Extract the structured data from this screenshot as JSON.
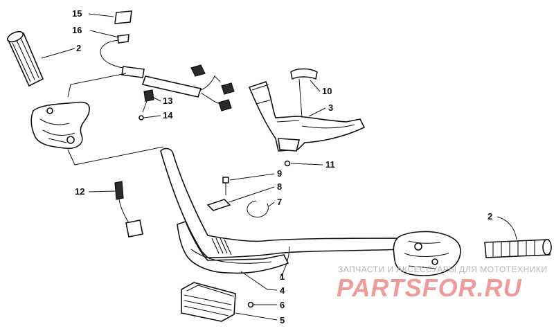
{
  "diagram": {
    "callouts": [
      {
        "id": "c15",
        "label": "15"
      },
      {
        "id": "c16",
        "label": "16"
      },
      {
        "id": "c2a",
        "label": "2"
      },
      {
        "id": "c13",
        "label": "13"
      },
      {
        "id": "c14",
        "label": "14"
      },
      {
        "id": "c10",
        "label": "10"
      },
      {
        "id": "c3",
        "label": "3"
      },
      {
        "id": "c11",
        "label": "11"
      },
      {
        "id": "c9",
        "label": "9"
      },
      {
        "id": "c8",
        "label": "8"
      },
      {
        "id": "c7",
        "label": "7"
      },
      {
        "id": "c12",
        "label": "12"
      },
      {
        "id": "c2b",
        "label": "2"
      },
      {
        "id": "c1",
        "label": "1"
      },
      {
        "id": "c4",
        "label": "4"
      },
      {
        "id": "c6",
        "label": "6"
      },
      {
        "id": "c5",
        "label": "5"
      }
    ]
  },
  "watermark": {
    "tagline": "ЗАПЧАСТИ И АКСЕССУАРЫ ДЛЯ МОТОТЕХНИКИ",
    "logo": "PARTSFOR.RU",
    "color": "#e87a7a"
  }
}
